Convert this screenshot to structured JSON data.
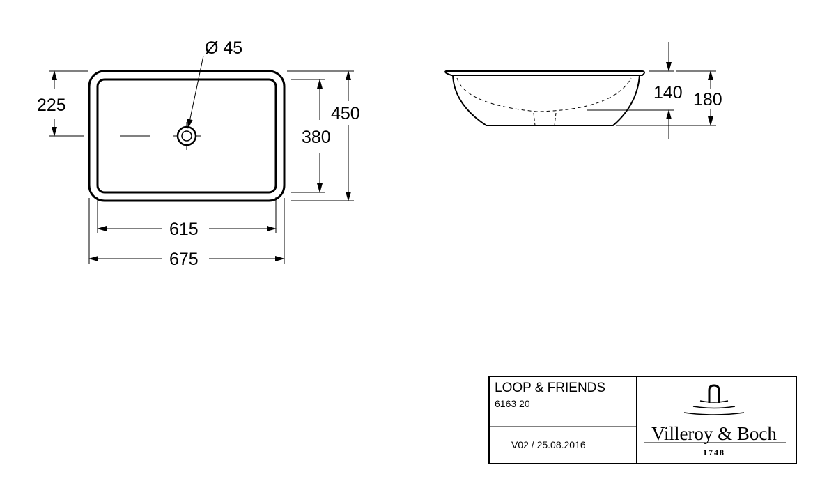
{
  "dimensions": {
    "drain_diameter": "Ø 45",
    "drain_offset": "225",
    "inner_width": "615",
    "outer_width": "675",
    "inner_depth": "380",
    "outer_depth": "450",
    "bowl_depth": "140",
    "total_height": "180"
  },
  "title_block": {
    "product_name": "LOOP & FRIENDS",
    "article_number": "6163 20",
    "version": "V02 / 25.08.2016",
    "brand": "Villeroy & Boch",
    "brand_year": "1748"
  }
}
